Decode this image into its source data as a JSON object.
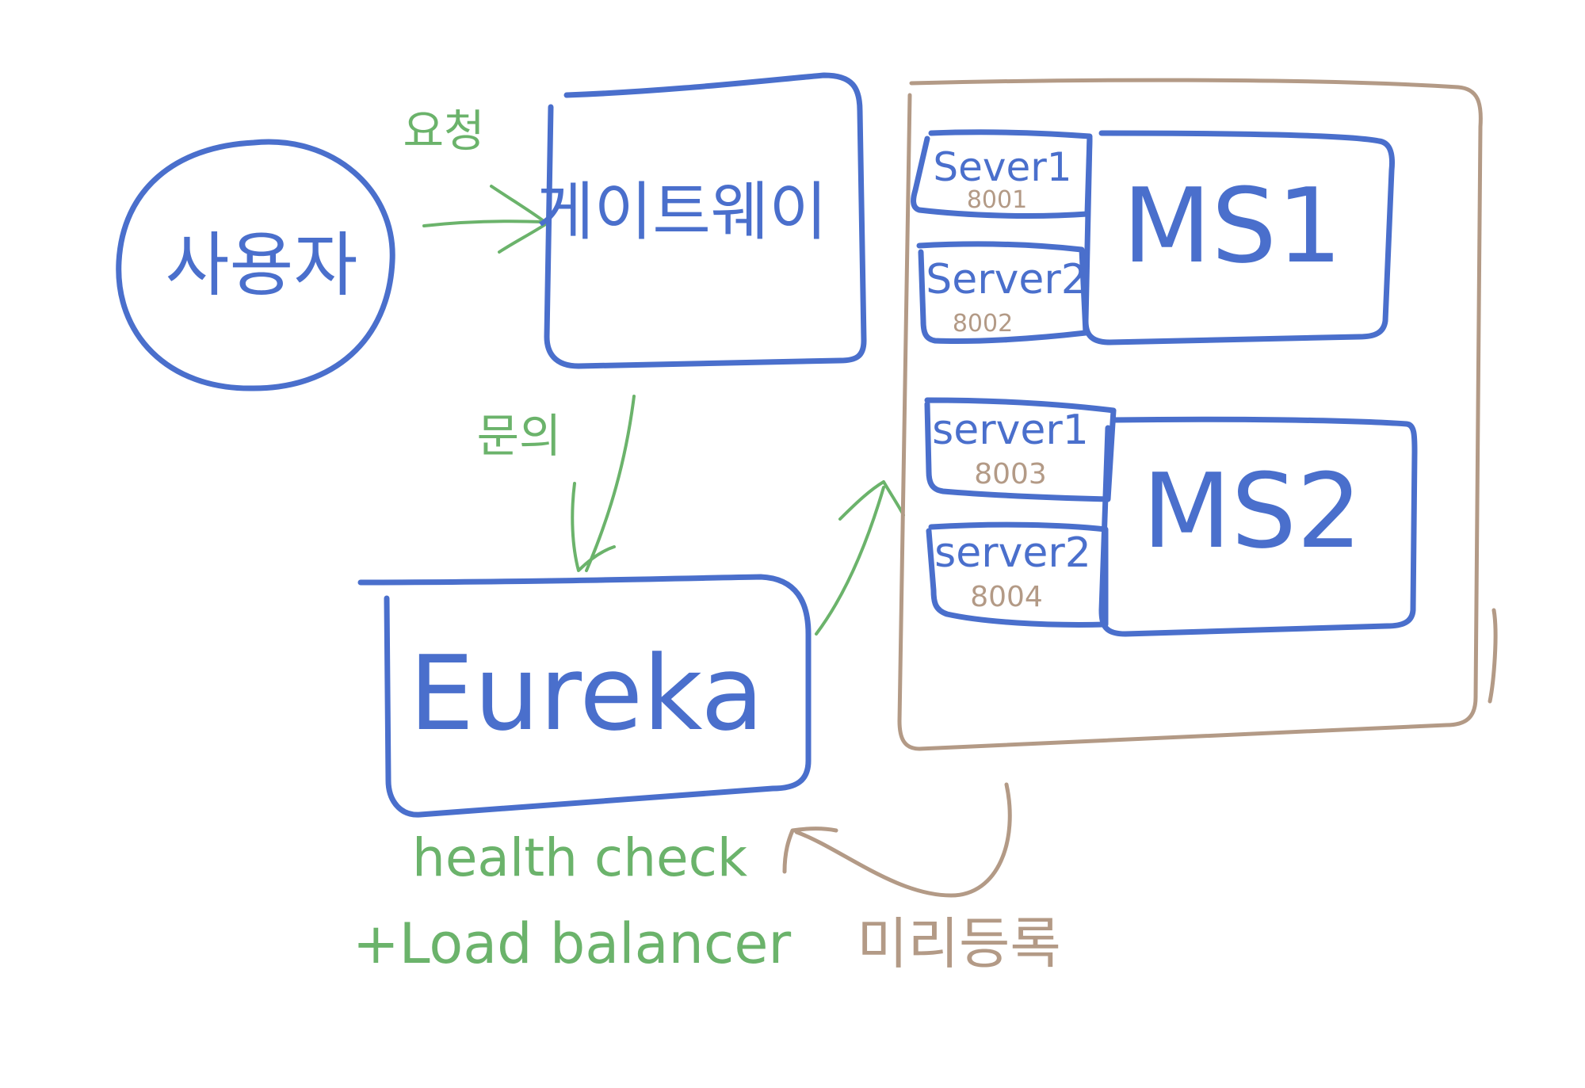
{
  "colors": {
    "blue": "#4a6fcc",
    "green": "#6bb36b",
    "brown": "#b39a86",
    "background": "#ffffff"
  },
  "user": {
    "label": "사용자"
  },
  "request_label": "요청",
  "gateway": {
    "label": "게이트웨이"
  },
  "inquiry_label": "문의",
  "eureka": {
    "label": "Eureka"
  },
  "eureka_caption": {
    "line1": "health check",
    "line2": "+Load balancer"
  },
  "preregister_label": "미리등록",
  "services": [
    {
      "name": "MS1",
      "servers": [
        {
          "label": "Sever1",
          "port": "8001"
        },
        {
          "label": "Server2",
          "port": "8002"
        }
      ]
    },
    {
      "name": "MS2",
      "servers": [
        {
          "label": "server1",
          "port": "8003"
        },
        {
          "label": "server2",
          "port": "8004"
        }
      ]
    }
  ]
}
